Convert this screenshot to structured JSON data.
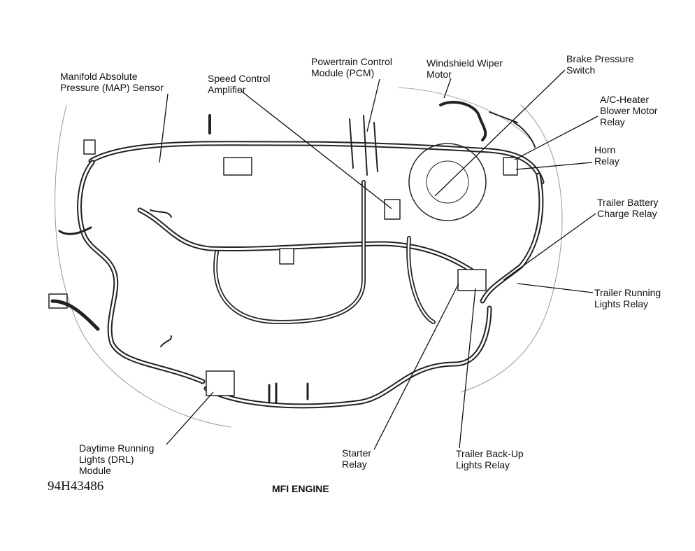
{
  "diagram_id": "94H43486",
  "caption": "MFI ENGINE",
  "labels": {
    "map_sensor": [
      "Manifold Absolute",
      "Pressure (MAP) Sensor"
    ],
    "speed_control": [
      "Speed Control",
      "Amplifier"
    ],
    "pcm": [
      "Powertrain Control",
      "Module (PCM)"
    ],
    "wiper_motor": [
      "Windshield Wiper",
      "Motor"
    ],
    "brake_switch": [
      "Brake Pressure",
      "Switch"
    ],
    "blower_relay": [
      "A/C-Heater",
      "Blower Motor",
      "Relay"
    ],
    "horn_relay": [
      "Horn",
      "Relay"
    ],
    "battery_charge_relay": [
      "Trailer Battery",
      "Charge Relay"
    ],
    "running_lights_relay": [
      "Trailer Running",
      "Lights Relay"
    ],
    "backup_relay": [
      "Trailer Back-Up",
      "Lights Relay"
    ],
    "starter_relay": [
      "Starter",
      "Relay"
    ],
    "drl_module": [
      "Daytime Running",
      "Lights (DRL)",
      "Module"
    ]
  },
  "colors": {
    "ink": "#111111",
    "background": "#ffffff"
  }
}
